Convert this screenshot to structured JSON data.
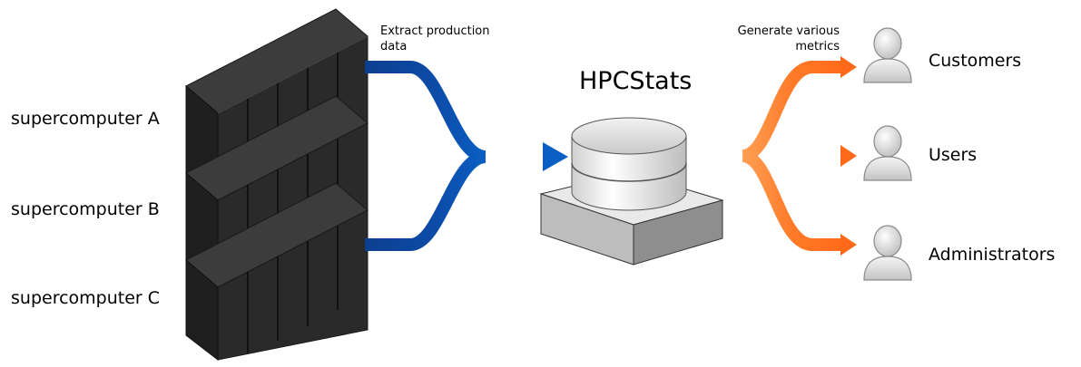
{
  "title": "HPCStats",
  "captions": {
    "extract": "Extract production data",
    "generate": "Generate various metrics"
  },
  "supercomputers": [
    {
      "label": "supercomputer A"
    },
    {
      "label": "supercomputer B"
    },
    {
      "label": "supercomputer C"
    }
  ],
  "audiences": [
    {
      "label": "Customers",
      "icon": "user-icon"
    },
    {
      "label": "Users",
      "icon": "user-icon"
    },
    {
      "label": "Administrators",
      "icon": "user-icon"
    }
  ],
  "colors": {
    "input_flow": "#0d3f8f",
    "input_flow_tip": "#0a5fc4",
    "output_flow": "#ff6a1a",
    "output_flow_light": "#ffa055",
    "rack": "#2f2f2f",
    "database": "#e6e6e6"
  }
}
